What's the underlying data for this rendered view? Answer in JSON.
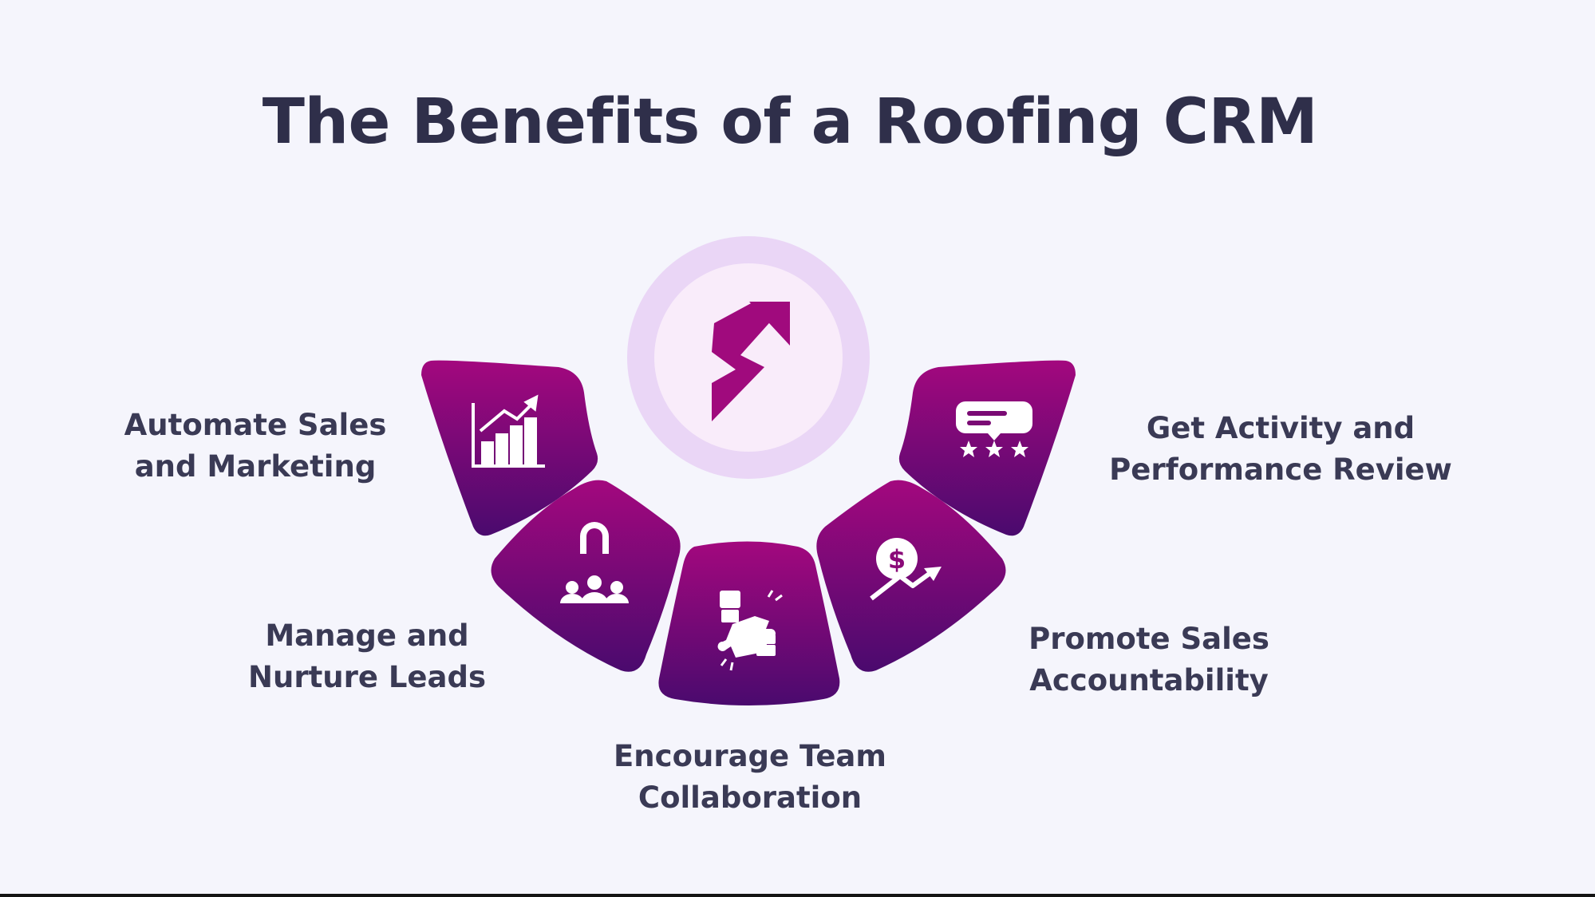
{
  "title": "The Benefits of a Roofing CRM",
  "colors": {
    "background": "#f5f5fc",
    "title_text": "#2f2f4a",
    "label_text": "#3a3a55",
    "segment_top": "#a3087e",
    "segment_bottom": "#4a0a6e",
    "center_outer": "#ead6f6",
    "center_inner": "#f9ecfa",
    "logo": "#a00a7d"
  },
  "center": {
    "icon": "brand-s-arrow-logo"
  },
  "benefits": [
    {
      "icon": "bar-chart-growth-icon",
      "line1": "Automate Sales",
      "line2": "and Marketing"
    },
    {
      "icon": "lead-magnet-people-icon",
      "line1": "Manage and",
      "line2": "Nurture Leads"
    },
    {
      "icon": "puzzle-hands-icon",
      "line1": "Encourage Team",
      "line2": "Collaboration"
    },
    {
      "icon": "dollar-growth-arrow-icon",
      "line1": "Promote Sales",
      "line2": "Accountability"
    },
    {
      "icon": "review-stars-icon",
      "line1": "Get Activity and",
      "line2": "Performance Review"
    }
  ]
}
